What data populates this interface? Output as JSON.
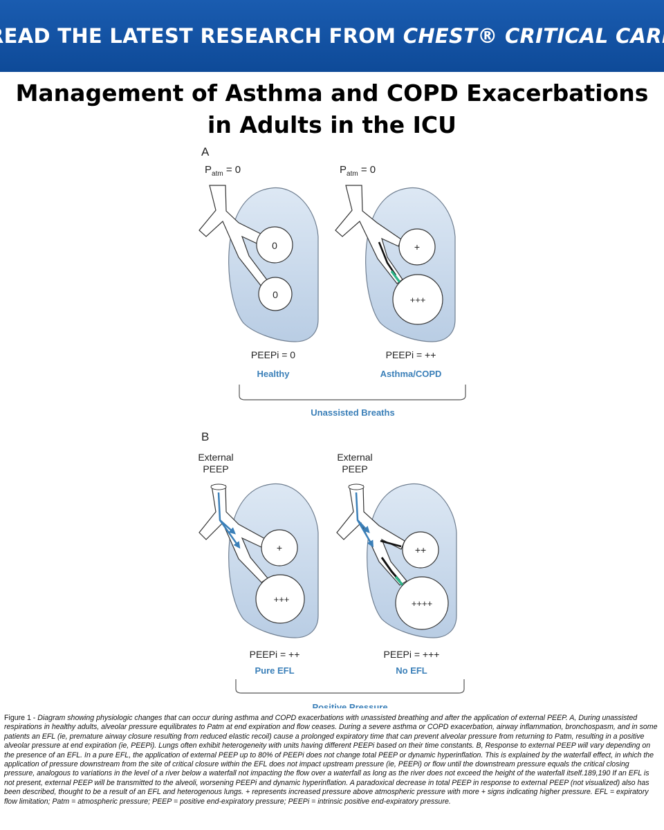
{
  "banner": {
    "prefix": "READ THE LATEST RESEARCH FROM ",
    "journal": "CHEST® CRITICAL CARE"
  },
  "title": {
    "line1": "Management of Asthma and COPD Exacerbations",
    "line2": "in Adults in the ICU"
  },
  "panel_a": {
    "letter": "A",
    "patm_left": {
      "p": "P",
      "sub": "atm",
      "eq": " = 0"
    },
    "patm_right": {
      "p": "P",
      "sub": "atm",
      "eq": " = 0"
    },
    "healthy": {
      "alv_top": "0",
      "alv_bottom": "0",
      "peepi": "PEEPi = 0",
      "label": "Healthy"
    },
    "copd": {
      "alv_top": "+",
      "alv_bottom": "+++",
      "peepi": "PEEPi = ++",
      "label": "Asthma/COPD"
    },
    "bracket_label": "Unassisted Breaths"
  },
  "panel_b": {
    "letter": "B",
    "ext_left_1": "External",
    "ext_left_2": "PEEP",
    "ext_right_1": "External",
    "ext_right_2": "PEEP",
    "pure": {
      "alv_top": "+",
      "alv_bottom": "+++",
      "peepi": "PEEPi = ++",
      "label": "Pure EFL"
    },
    "noefl": {
      "alv_top": "++",
      "alv_bottom": "++++",
      "peepi": "PEEPi = +++",
      "label": "No EFL"
    },
    "bracket_label": "Positive Pressure"
  },
  "colors": {
    "banner": "#1154a6",
    "lung_fill": "#c9d9ec",
    "label_blue": "#3a7fb8",
    "obstruction_green": "#2fb58a"
  },
  "caption": {
    "prefix": "Figure 1 - ",
    "body": "Diagram showing physiologic changes that can occur during asthma and COPD exacerbations with unassisted breathing and after the application of external PEEP. A, During unassisted respirations in healthy adults, alveolar pressure equilibrates to Patm at end expiration and flow ceases. During a severe asthma or COPD exacerbation, airway inflammation, bronchospasm, and in some patients an EFL (ie, premature airway closure resulting from reduced elastic recoil) cause a prolonged expiratory time that can prevent alveolar pressure from returning to Patm, resulting in a positive alveolar pressure at end expiration (ie, PEEPi). Lungs often exhibit heterogeneity with units having different PEEPi based on their time constants. B, Response to external PEEP will vary depending on the presence of an EFL. In a pure EFL, the application of external PEEP up to 80% of PEEPi does not change total PEEP or dynamic hyperinflation. This is explained by the waterfall effect, in which the application of pressure downstream from the site of critical closure within the EFL does not impact upstream pressure (ie, PEEPi) or flow until the downstream pressure equals the critical closing pressure, analogous to variations in the level of a river below a waterfall not impacting the flow over a waterfall as long as the river does not exceed the height of the waterfall itself.189,190 If an EFL is not present, external PEEP will be transmitted to the alveoli, worsening PEEPi and dynamic hyperinflation. A paradoxical decrease in total PEEP in response to external PEEP (not visualized) also has been described, thought to be a result of an EFL and heterogenous lungs. + represents increased pressure above atmospheric pressure with more + signs indicating higher pressure. EFL = expiratory flow limitation; Patm = atmospheric pressure; PEEP = positive end-expiratory pressure; PEEPi = intrinsic positive end-expiratory pressure."
  }
}
